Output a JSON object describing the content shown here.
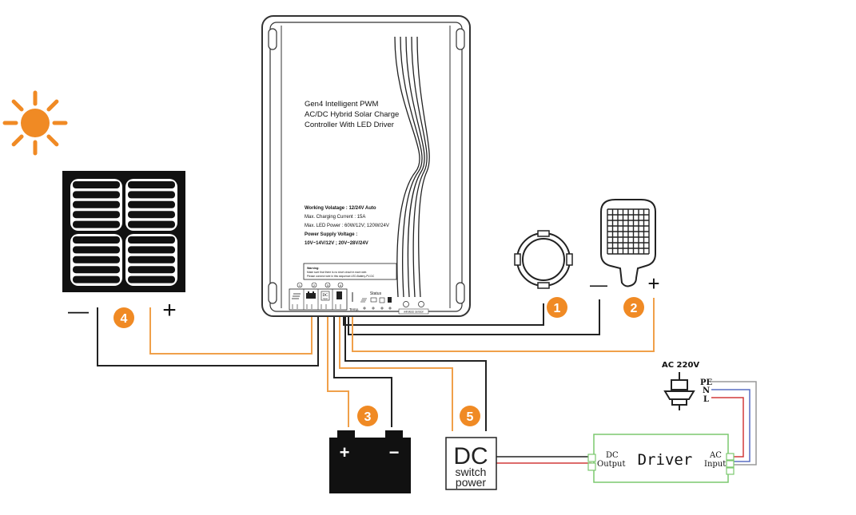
{
  "controller": {
    "title_lines": [
      "Gen4 Intelligent PWM",
      "AC/DC Hybrid Solar Charge",
      "Controller With LED Driver"
    ],
    "specs": {
      "working_voltage": "Working Volatage : 12/24V Auto",
      "max_charging_current": "Max. Charging Current : 15A",
      "max_led_power": "Max. LED Power : 60W/12V; 120W/24V",
      "power_supply_title": "Power Supply Voltage :",
      "power_supply_value": "10V~14V/12V ; 20V~28V/24V"
    },
    "warning": {
      "title": "Warning:",
      "line1": "Make sure that there is no short circuit in each wire.",
      "line2": "Please connect wire in this sequence:LED-Battery-PV-DC"
    },
    "terminal_numbers": [
      "1",
      "2",
      "3",
      "4"
    ],
    "dc_icon_top": "DC",
    "dc_icon_bottom": "Input",
    "temp_label": "Temp.",
    "status_label": "Status",
    "wireless_label": "wireless sensor"
  },
  "markers": [
    "1",
    "2",
    "3",
    "4",
    "5"
  ],
  "solar_panel": {
    "minus": "—",
    "plus": "+"
  },
  "lamp": {
    "minus": "—",
    "plus": "+"
  },
  "battery": {
    "plus": "+",
    "minus": "−"
  },
  "dc_power": {
    "big": "DC",
    "line1": "switch",
    "line2": "power"
  },
  "driver": {
    "title": "Driver",
    "dc_label1": "DC",
    "dc_label2": "Output",
    "ac_label1": "AC",
    "ac_label2": "Input"
  },
  "ac_source": {
    "label": "AC 220V",
    "pe": "PE",
    "n": "N",
    "l": "L"
  },
  "colors": {
    "orange_marker": "#f08a24",
    "sun": "#f08a24",
    "wire_orange": "#f0a04a",
    "wire_black": "#222222",
    "wire_red": "#d23a3a",
    "wire_blue": "#5a6fc4",
    "wire_gray": "#999999",
    "driver_border": "#7bc96f"
  }
}
